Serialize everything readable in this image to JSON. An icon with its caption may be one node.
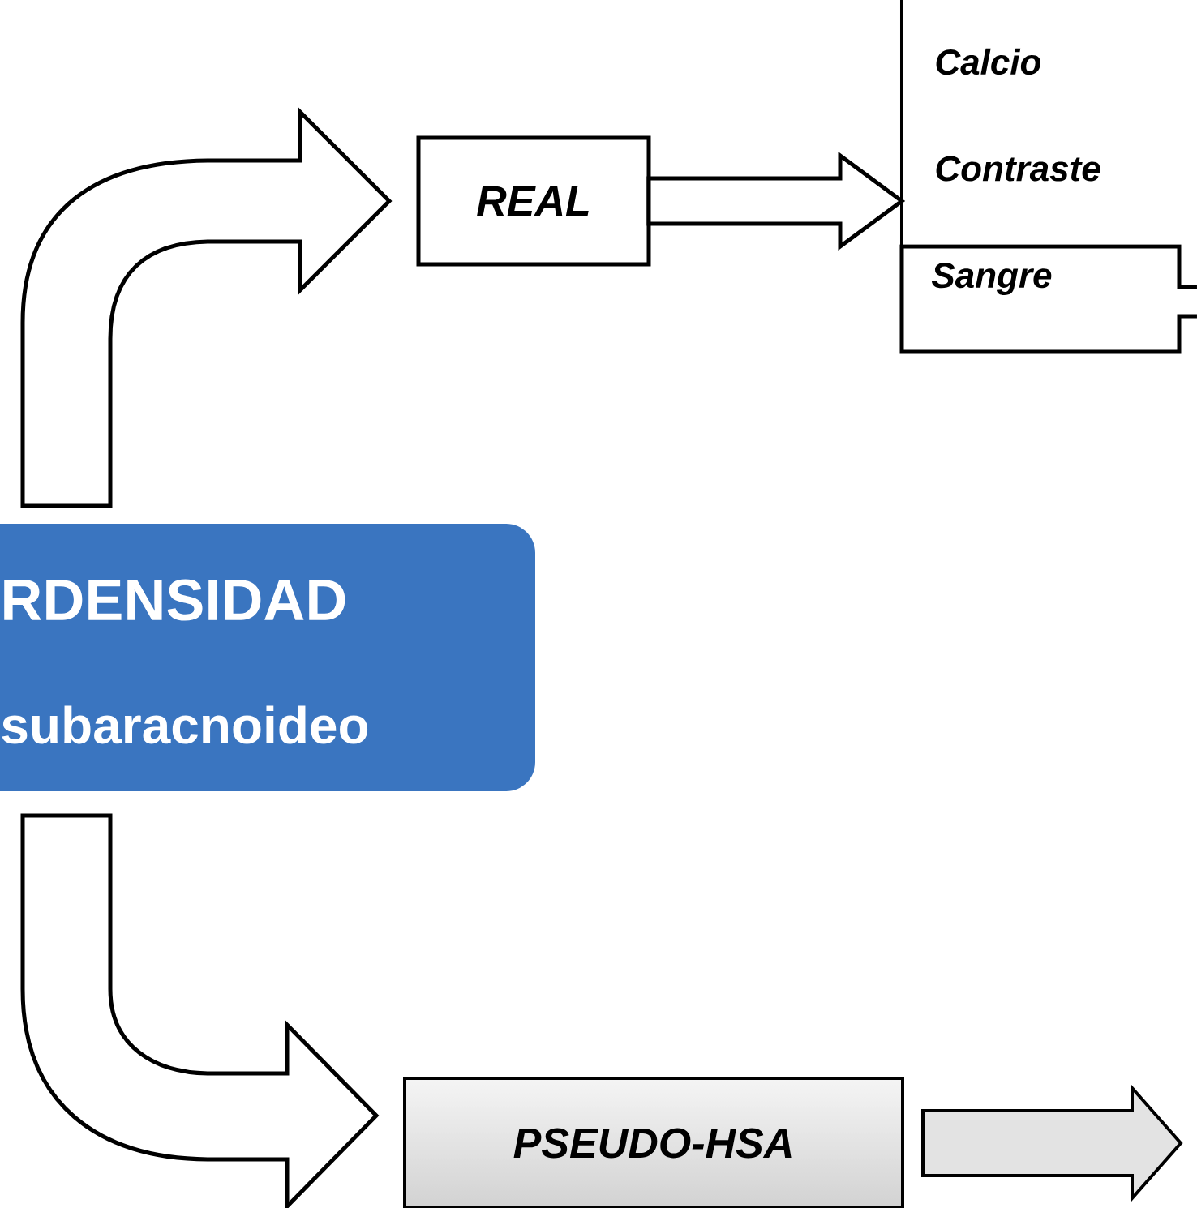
{
  "diagram": {
    "nodes": [
      {
        "text": [
          "RDENSIDAD",
          "subaracnoideo"
        ]
      },
      {
        "text": [
          "REAL"
        ]
      },
      {
        "text": [
          "Sangre"
        ]
      },
      {
        "text": [
          "PSEUDO-HSA"
        ]
      }
    ],
    "edges": [
      {
        "from": 0,
        "to": 1,
        "arrow": "to"
      },
      {
        "from": 0,
        "to": 3,
        "arrow": "to"
      },
      {
        "from": 1,
        "to": null,
        "arrow": "to"
      },
      {
        "from": 3,
        "to": null,
        "arrow": "to"
      }
    ],
    "labels": [
      "Calcio",
      "Contraste"
    ]
  }
}
